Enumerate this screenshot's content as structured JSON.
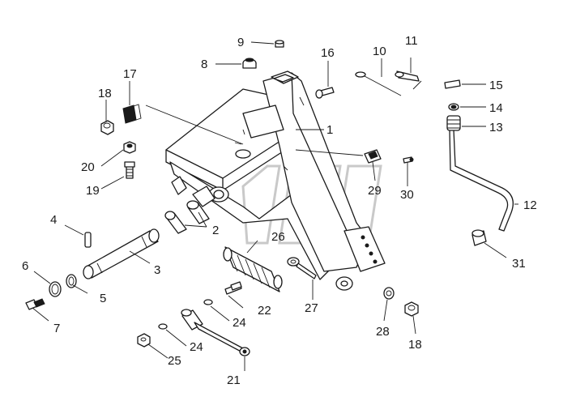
{
  "callouts": {
    "c1": "1",
    "c2": "2",
    "c3": "3",
    "c4": "4",
    "c5": "5",
    "c6": "6",
    "c7": "7",
    "c8": "8",
    "c9": "9",
    "c10": "10",
    "c11": "11",
    "c12": "12",
    "c13": "13",
    "c14": "14",
    "c15": "15",
    "c16": "16",
    "c17": "17",
    "c18a": "18",
    "c18b": "18",
    "c19": "19",
    "c20": "20",
    "c21": "21",
    "c22": "22",
    "c24a": "24",
    "c24b": "24",
    "c25": "25",
    "c26": "26",
    "c27": "27",
    "c28": "28",
    "c29": "29",
    "c30": "30",
    "c31": "31"
  },
  "colors": {
    "line": "#1a1a1a",
    "background": "#ffffff",
    "watermark": "#c9c9c9"
  }
}
